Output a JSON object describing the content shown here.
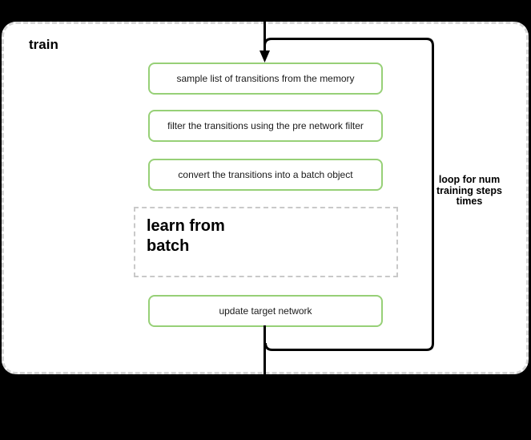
{
  "diagram": {
    "title": "train",
    "steps": [
      {
        "label": "sample list of transitions from the memory"
      },
      {
        "label": "filter the transitions using the pre network filter"
      },
      {
        "label": "convert the transitions into a batch object"
      },
      {
        "label": "update target network"
      }
    ],
    "group_box": {
      "lines": [
        "learn from",
        "batch"
      ]
    },
    "loop": {
      "label_lines": [
        "loop for num",
        "training steps",
        "times"
      ]
    }
  },
  "colors": {
    "background": "#000000",
    "container_fill": "#ffffff",
    "container_border": "#d6d6d6",
    "step_border": "#97d077",
    "step_fill": "#ffffff",
    "step_text": "#1a1a1a",
    "group_border": "#c9c9c9",
    "connector": "#000000",
    "label_text": "#000000"
  }
}
